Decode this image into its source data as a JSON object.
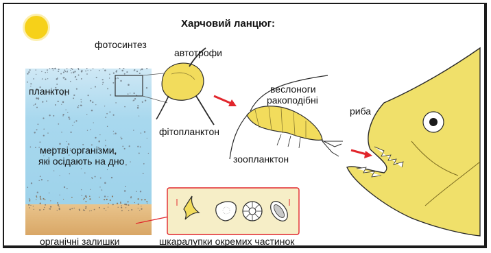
{
  "title": "Харчовий ланцюг:",
  "labels": {
    "photosynthesis": "фотосинтез",
    "plankton": "планктон",
    "dead_organisms_line1": "мертві організми,",
    "dead_organisms_line2": "які осідають на дно",
    "organic_remains": "органічні залишки",
    "autotrophs": "автотрофи",
    "phytoplankton": "фітопланктон",
    "copepods_line1": "веслоноги",
    "copepods_line2": "ракоподібні",
    "zooplankton": "зоопланктон",
    "fish": "риба",
    "shells": "шкаралупки окремих частинок"
  },
  "colors": {
    "sun": "#f6d21a",
    "water": "#a8d8ee",
    "sediment": "#e0b176",
    "organism": "#f2dc5c",
    "fish": "#f0e06a",
    "arrow": "#e1262c",
    "shell_panel": "#f6eec7"
  },
  "icons": {
    "sun": "sun-icon",
    "arrow_to_zooplankton": "arrow-right-icon",
    "arrow_to_fish": "arrow-right-icon"
  }
}
